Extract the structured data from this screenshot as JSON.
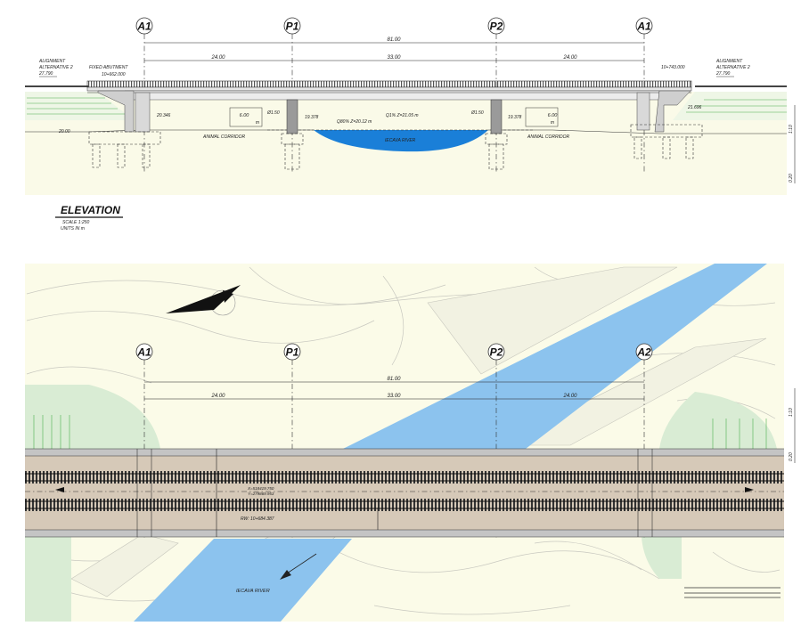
{
  "elevation": {
    "axes": [
      "A1",
      "P1",
      "P2",
      "A1"
    ],
    "total_length": "81.00",
    "spans": [
      "24.00",
      "33.00",
      "24.00"
    ],
    "left_alignment": [
      "ALIGNMENT",
      "ALTERNATIVE 2",
      "27.790"
    ],
    "right_alignment": [
      "ALIGNMENT",
      "ALTERNATIVE 2",
      "27.790"
    ],
    "fixed_abutment_label": "FIXED ABUTMENT",
    "left_chainage": "10+662.000",
    "right_chainage": "10+743.000",
    "level_left_ground": "20.00",
    "level_left_abutment": "20.346",
    "level_right_abutment": "21.696",
    "level_p1": "19.378",
    "level_p2": "19.378",
    "clearance_left": "6.00",
    "clearance_right": "6.00",
    "clearance_unit": "m",
    "pile_dia_left": "Ø1.50",
    "pile_dia_right": "Ø1.50",
    "q1_label": "Q1% Z=21.05 m",
    "q80_label": "Q80% Z=20.12 m",
    "animal_corridor_left": "ANIMAL CORRIDOR",
    "animal_corridor_right": "ANIMAL CORRIDOR",
    "river_label": "IECAVA RIVER",
    "scale_bar": [
      "1:10",
      "0.20"
    ]
  },
  "elevation_title": {
    "title": "ELEVATION",
    "scale": "SCALE 1:250",
    "units": "UNITS IN m"
  },
  "plan": {
    "axes": [
      "A1",
      "P1",
      "P2",
      "A2"
    ],
    "total_length": "81.00",
    "spans": [
      "24.00",
      "33.00",
      "24.00"
    ],
    "coords": [
      "X=518419.750",
      "Y=279869.953"
    ],
    "rw": "RW: 10+684.387",
    "river_label": "IECAVA RIVER",
    "scale_bar": [
      "1:10",
      "0.20"
    ],
    "colors": {
      "river": "#8cc3ee",
      "bank": "#fbfbe8",
      "deck": "#d6c9b8",
      "green": "#d9ecd4"
    }
  }
}
